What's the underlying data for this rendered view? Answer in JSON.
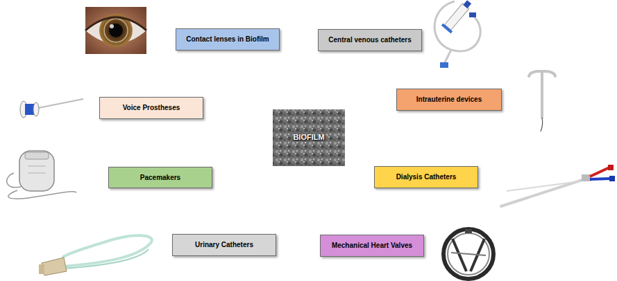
{
  "diagram": {
    "nodes": [
      {
        "text": [
          "Contact lenses in Biofilm"
        ]
      },
      {
        "text": [
          "Central venous catheters"
        ]
      },
      {
        "text": [
          "Voice Prostheses"
        ]
      },
      {
        "text": [
          "Intrauterine devices"
        ]
      },
      {
        "text": [
          "BIOFILM"
        ]
      },
      {
        "text": [
          "Pacemakers"
        ]
      },
      {
        "text": [
          "Dialysis Catheters"
        ]
      },
      {
        "text": [
          "Urinary Catheters"
        ]
      },
      {
        "text": [
          "Mechanical Heart Valves"
        ]
      }
    ]
  }
}
